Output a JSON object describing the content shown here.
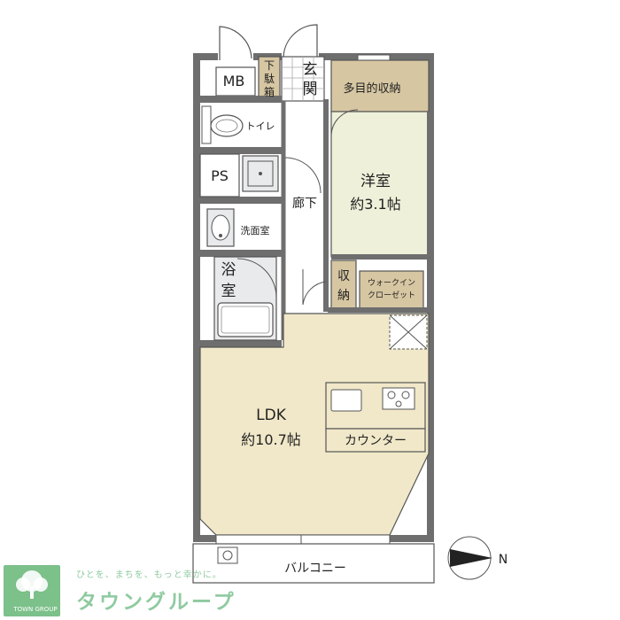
{
  "rooms": {
    "mb": "MB",
    "shoe_box": [
      "下",
      "駄",
      "箱"
    ],
    "entrance": [
      "玄",
      "関"
    ],
    "storage_multi": "多目的収納",
    "toilet": "トイレ",
    "ps": "PS",
    "hallway": "廊下",
    "western_name": "洋室",
    "western_size": "約3.1帖",
    "washroom": "洗面室",
    "bathroom": [
      "浴",
      "室"
    ],
    "closet": [
      "収",
      "納"
    ],
    "walkin": [
      "ウォークイン",
      "クローゼット"
    ],
    "ldk_name": "LDK",
    "ldk_size": "約10.7帖",
    "counter": "カウンター",
    "balcony": "バルコニー"
  },
  "compass": "N",
  "logo": {
    "tagline": "ひとを、まちを、もっと幸かに。",
    "brand": "タウングループ",
    "caption": "TOWN GROUP"
  },
  "colors": {
    "wall": "#6e6e6e",
    "ldk_floor": "#f1e8c9",
    "western_floor": "#eef0d9",
    "storage_floor": "#d6c6a2",
    "wet_floor": "#e8eaec",
    "logo_green": "#7cc08a"
  }
}
